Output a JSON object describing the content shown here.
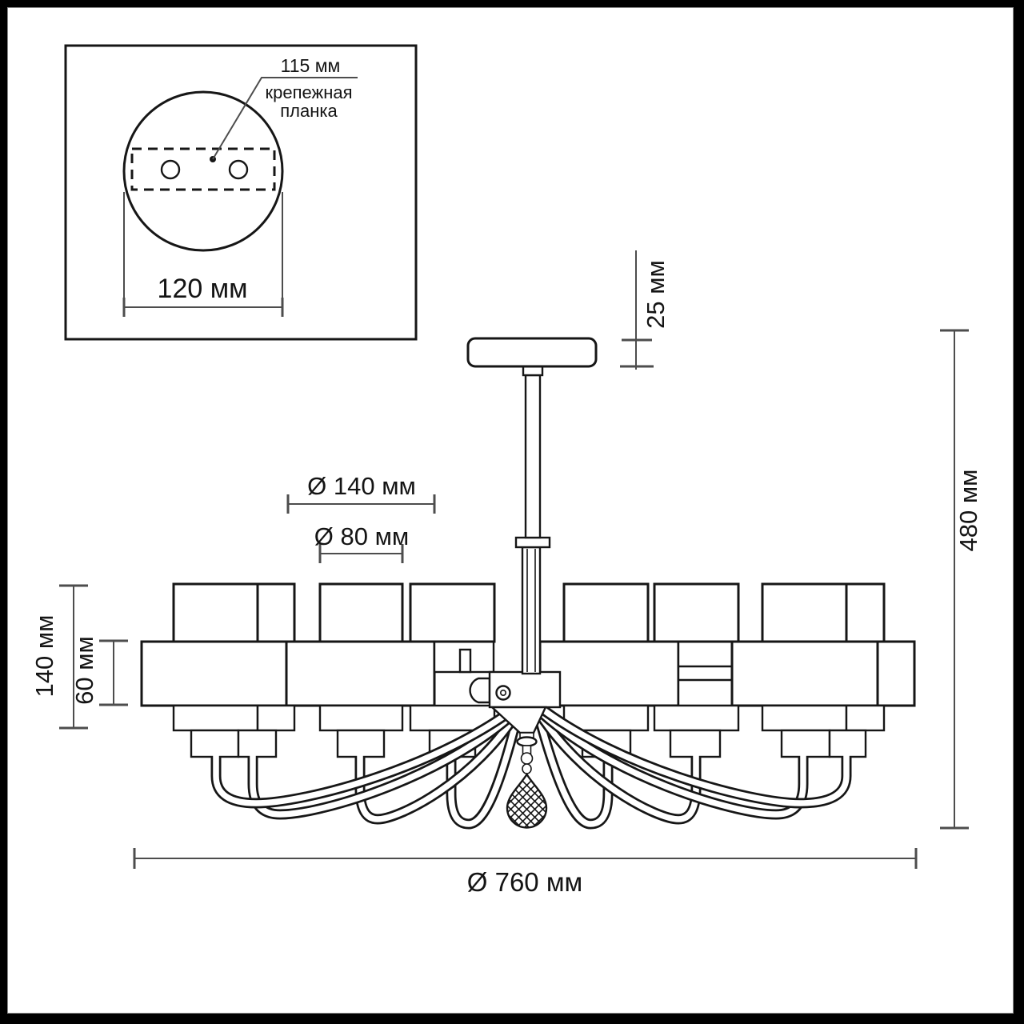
{
  "colors": {
    "frame": "#000000",
    "background": "#ffffff",
    "drawing_line": "#161616",
    "dimension_line": "#4d4d4d"
  },
  "inset": {
    "plate_width_label": "115 мм",
    "plate_name_line1": "крепежная",
    "plate_name_line2": "планка",
    "base_diameter_label": "120 мм"
  },
  "dimensions": {
    "canopy_height": "25 мм",
    "shade_diameter": "Ø 140 мм",
    "shade_top_diameter": "Ø 80 мм",
    "shade_height": "140 мм",
    "shade_band_height": "60 мм",
    "fixture_height": "480 мм",
    "fixture_diameter": "Ø 760 мм"
  }
}
